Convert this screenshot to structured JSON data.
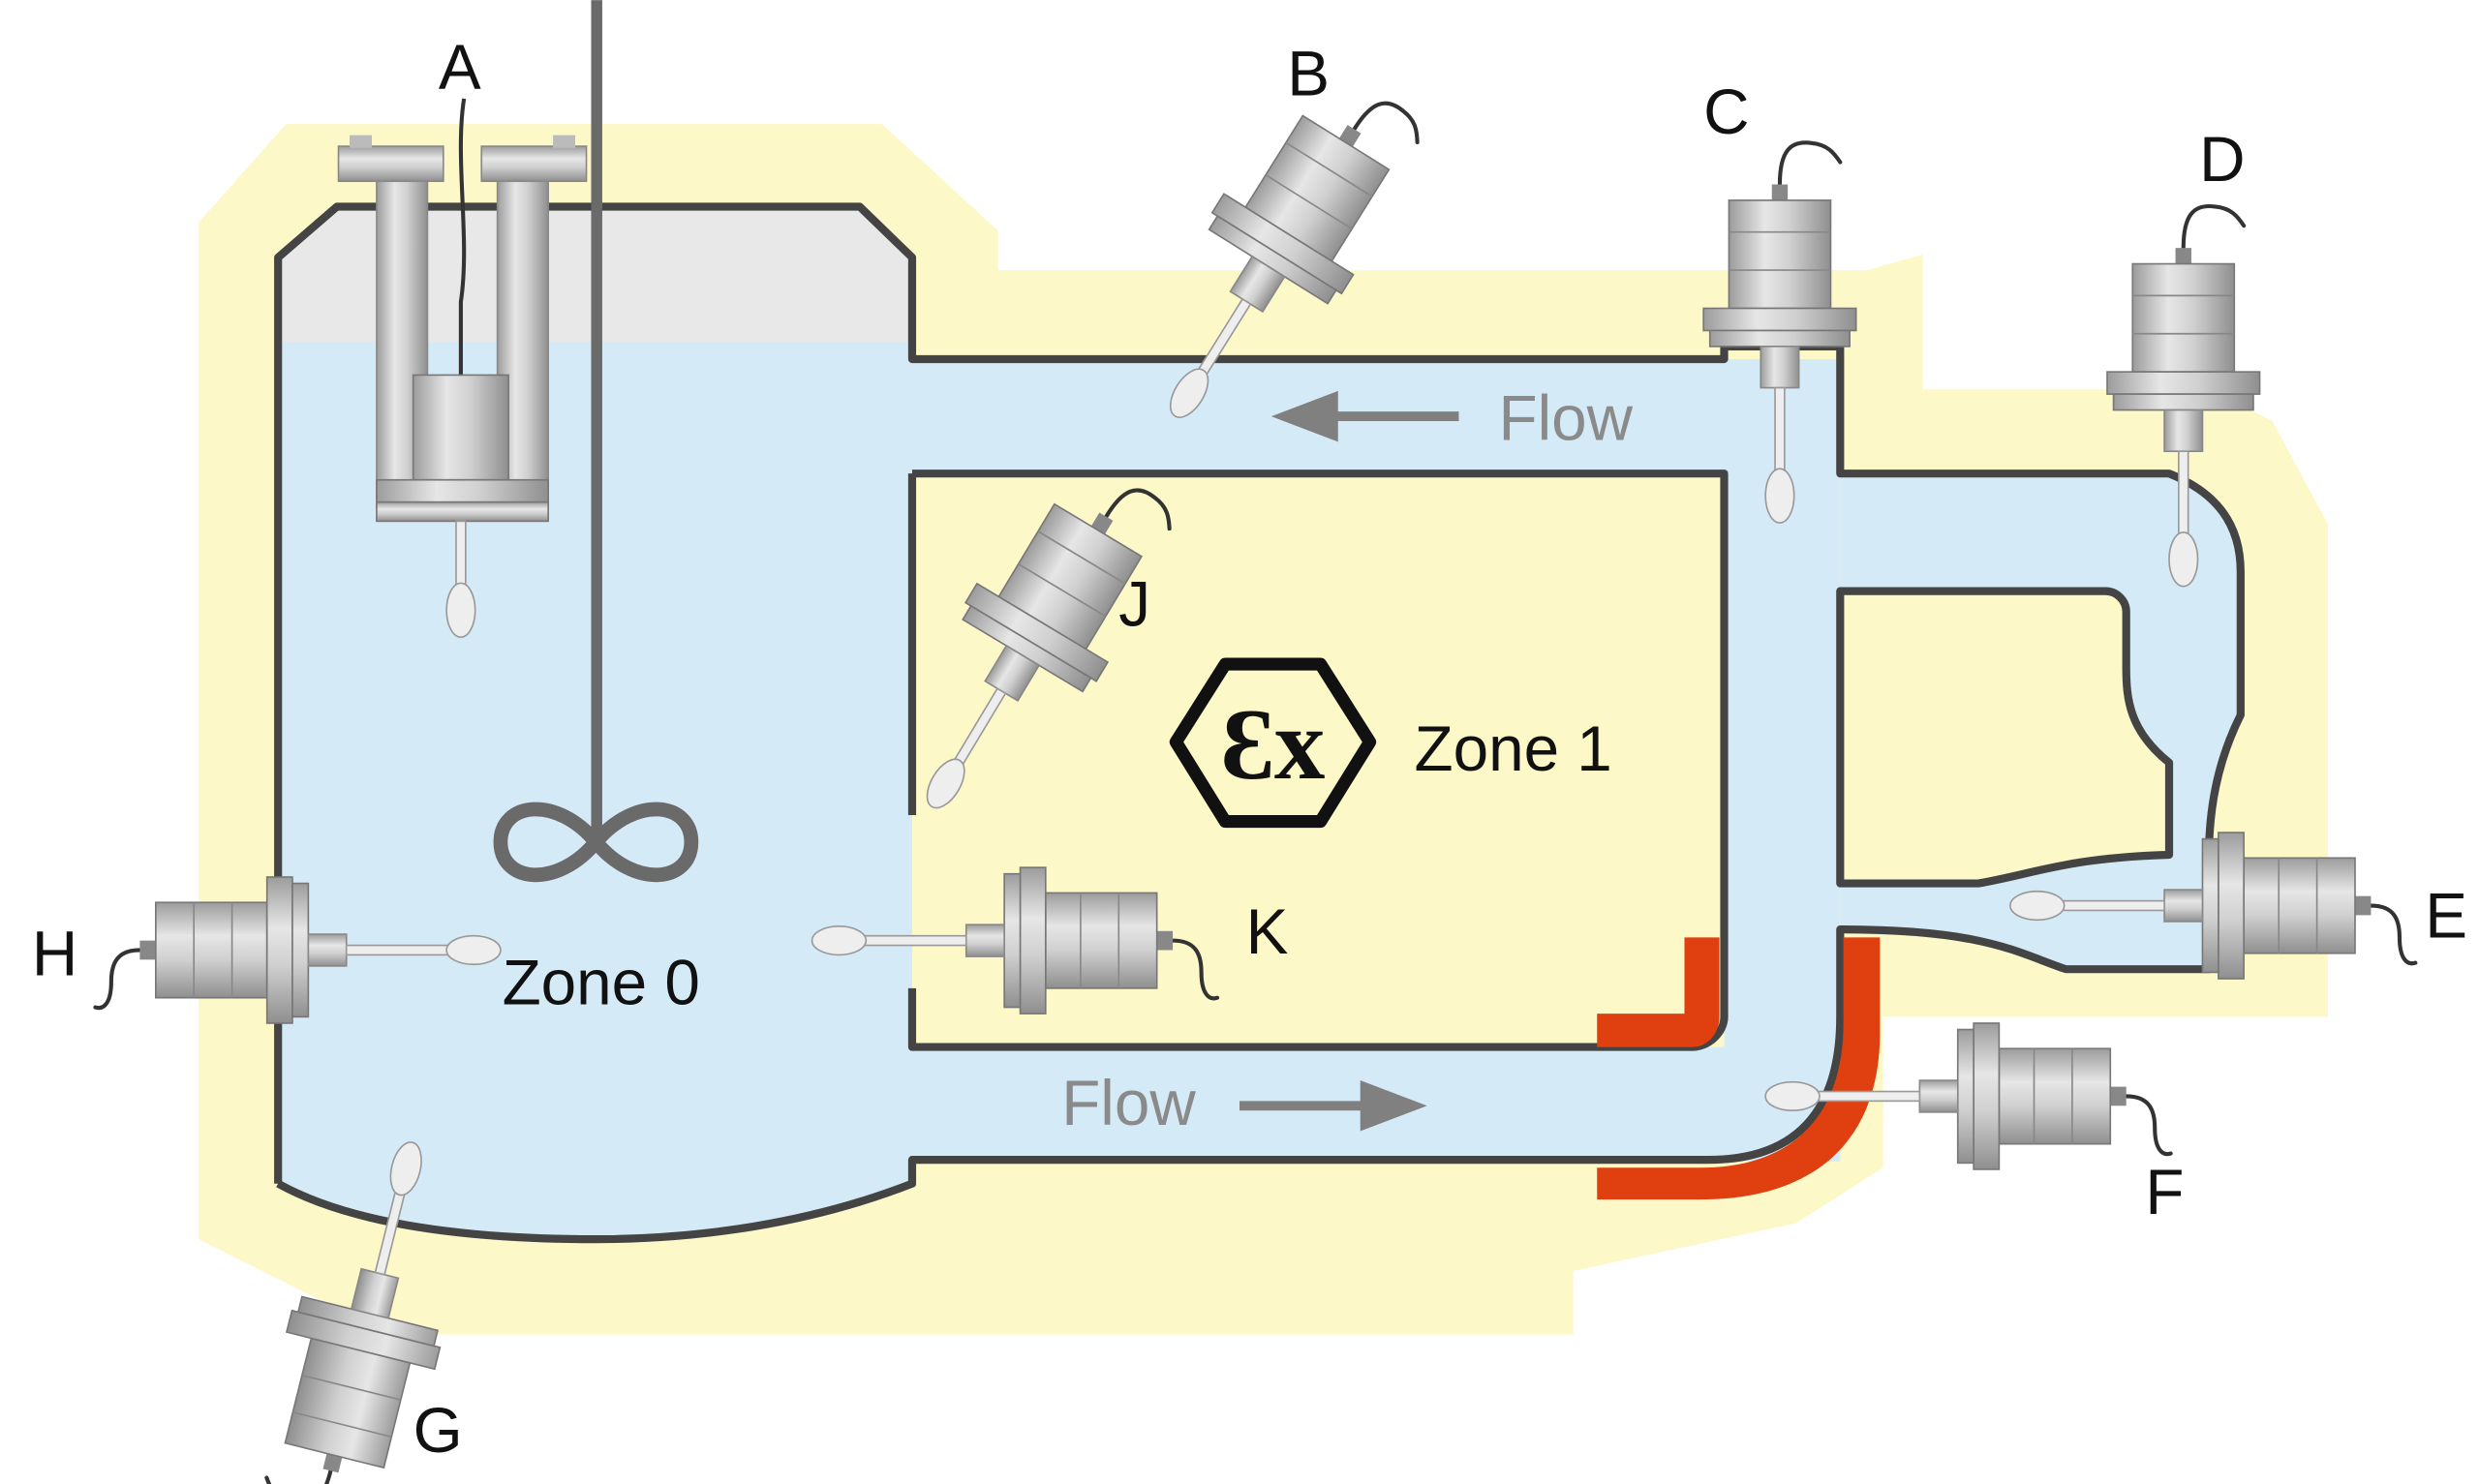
{
  "diagram": {
    "probe_labels": {
      "a": "A",
      "b": "B",
      "c": "C",
      "d": "D",
      "e": "E",
      "f": "F",
      "g": "G",
      "h": "H",
      "j": "J",
      "k": "K"
    },
    "zones": {
      "zone0": "Zone 0",
      "zone1": "Zone 1"
    },
    "flow_top": "Flow",
    "flow_bottom": "Flow",
    "ex_symbol": "Ɛx"
  },
  "colors": {
    "zone1_background": "#fdf8c8",
    "liquid": "#d4eaf7",
    "vessel_headspace": "#e8e8e8",
    "wall": "#444444",
    "hot_section": "#e0400f",
    "flow_arrow": "#808080",
    "probe_metal": "#d2d2d2"
  }
}
